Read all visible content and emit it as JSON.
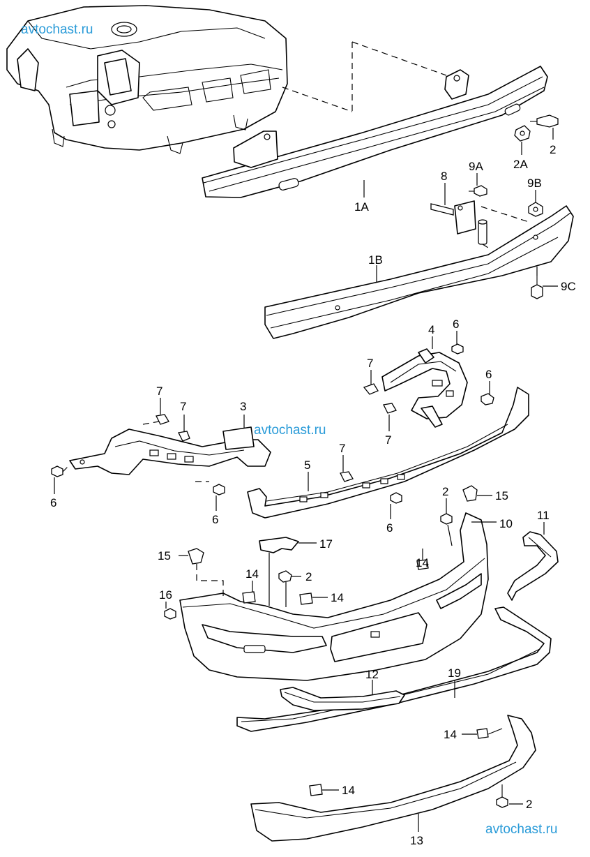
{
  "watermark": {
    "text_top": "avtochast.ru",
    "text_middle": "avtochast.ru",
    "text_bottom": "avtochast.ru",
    "color": "#2a9bd8"
  },
  "labels": {
    "l2_top": "2",
    "l2a": "2A",
    "l1a": "1A",
    "l9a": "9A",
    "l8": "8",
    "l9b": "9B",
    "l1b": "1B",
    "l9c": "9C",
    "l4": "4",
    "l6_upper_right": "6",
    "l7_right_a": "7",
    "l6_right_b": "6",
    "l7_right_b": "7",
    "l7_left_a": "7",
    "l7_left_b": "7",
    "l3": "3",
    "l6_left": "6",
    "l6_mid": "6",
    "l5": "5",
    "l7_mid": "7",
    "l6_right_c": "6",
    "l2_mid": "2",
    "l15_right": "15",
    "l10": "10",
    "l11": "11",
    "l15_left": "15",
    "l17": "17",
    "l14_a": "14",
    "l14_b": "14",
    "l2_c": "2",
    "l14_c": "14",
    "l16": "16",
    "l12": "12",
    "l19": "19",
    "l14_d": "14",
    "l14_e": "14",
    "l2_bottom": "2",
    "l13": "13"
  },
  "icons": {
    "bolt": "hex-bolt-icon",
    "nut": "hex-nut-icon",
    "clip": "clip-icon",
    "rivet": "expansion-rivet-icon"
  }
}
